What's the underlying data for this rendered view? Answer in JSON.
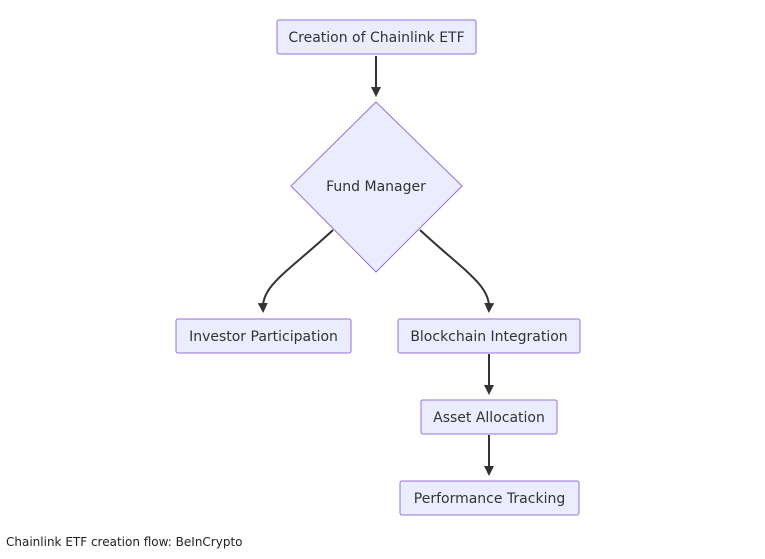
{
  "diagram": {
    "type": "flowchart",
    "colors": {
      "node_fill": "#ececff",
      "node_border": "#9370db",
      "edge": "#333333",
      "text": "#333333"
    },
    "nodes": {
      "creation": "Creation of Chainlink ETF",
      "fund_manager": "Fund Manager",
      "investor": "Investor Participation",
      "blockchain": "Blockchain Integration",
      "asset": "Asset Allocation",
      "performance": "Performance Tracking"
    },
    "edges": [
      {
        "from": "creation",
        "to": "fund_manager"
      },
      {
        "from": "fund_manager",
        "to": "investor"
      },
      {
        "from": "fund_manager",
        "to": "blockchain"
      },
      {
        "from": "blockchain",
        "to": "asset"
      },
      {
        "from": "asset",
        "to": "performance"
      }
    ]
  },
  "caption": "Chainlink ETF creation flow: BeInCrypto"
}
